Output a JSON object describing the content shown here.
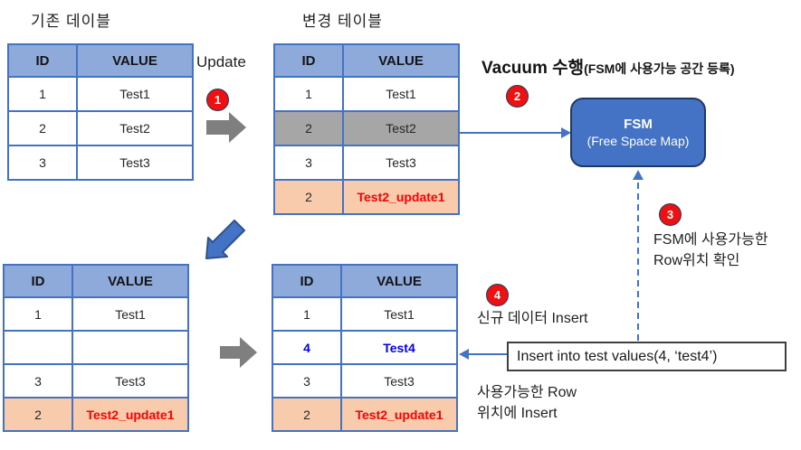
{
  "titles": {
    "table1": "기존 데이블",
    "table2": "변경 테이블"
  },
  "labels": {
    "update": "Update",
    "vacuum_main": "Vacuum 수행",
    "vacuum_sub": "(FSM에 사용가능 공간 등록)",
    "fsm_title": "FSM",
    "fsm_subtitle": "(Free Space Map)",
    "step3_line1": "FSM에 사용가능한",
    "step3_line2": "Row위치 확인",
    "step4_text": "신규 데이터 Insert",
    "insert_sql": "Insert into test values(4, ‘test4’)",
    "step4b_line1": "사용가능한 Row",
    "step4b_line2": "위치에 Insert"
  },
  "steps": [
    "1",
    "2",
    "3",
    "4"
  ],
  "tables": {
    "headers": [
      "ID",
      "VALUE"
    ],
    "existing": {
      "rows": [
        {
          "id": "1",
          "value": "Test1"
        },
        {
          "id": "2",
          "value": "Test2"
        },
        {
          "id": "3",
          "value": "Test3"
        }
      ]
    },
    "changed": {
      "rows": [
        {
          "id": "1",
          "value": "Test1"
        },
        {
          "id": "2",
          "value": "Test2",
          "state": "dead-row"
        },
        {
          "id": "3",
          "value": "Test3"
        },
        {
          "id": "2",
          "value": "Test2_update1",
          "state": "updated-row"
        }
      ]
    },
    "vacuumed": {
      "rows": [
        {
          "id": "1",
          "value": "Test1"
        },
        {
          "id": "",
          "value": "",
          "state": "free-row"
        },
        {
          "id": "3",
          "value": "Test3"
        },
        {
          "id": "2",
          "value": "Test2_update1",
          "state": "updated-row"
        }
      ]
    },
    "inserted": {
      "rows": [
        {
          "id": "1",
          "value": "Test1"
        },
        {
          "id": "4",
          "value": "Test4",
          "state": "new-row"
        },
        {
          "id": "3",
          "value": "Test3"
        },
        {
          "id": "2",
          "value": "Test2_update1",
          "state": "updated-row"
        }
      ]
    }
  },
  "colors": {
    "table_border": "#4472C4",
    "header_fill": "#8EAADB",
    "dead_row_fill": "#A6A6A6",
    "updated_row_fill": "#F8CBAD",
    "updated_text": "#FF0000",
    "new_row_text": "#0000EE",
    "fsm_fill": "#4472C4",
    "fsm_border": "#1F3864",
    "badge_fill": "#EE1111",
    "gray_arrow": "#7F7F7F",
    "blue_arrow": "#4472C4"
  }
}
